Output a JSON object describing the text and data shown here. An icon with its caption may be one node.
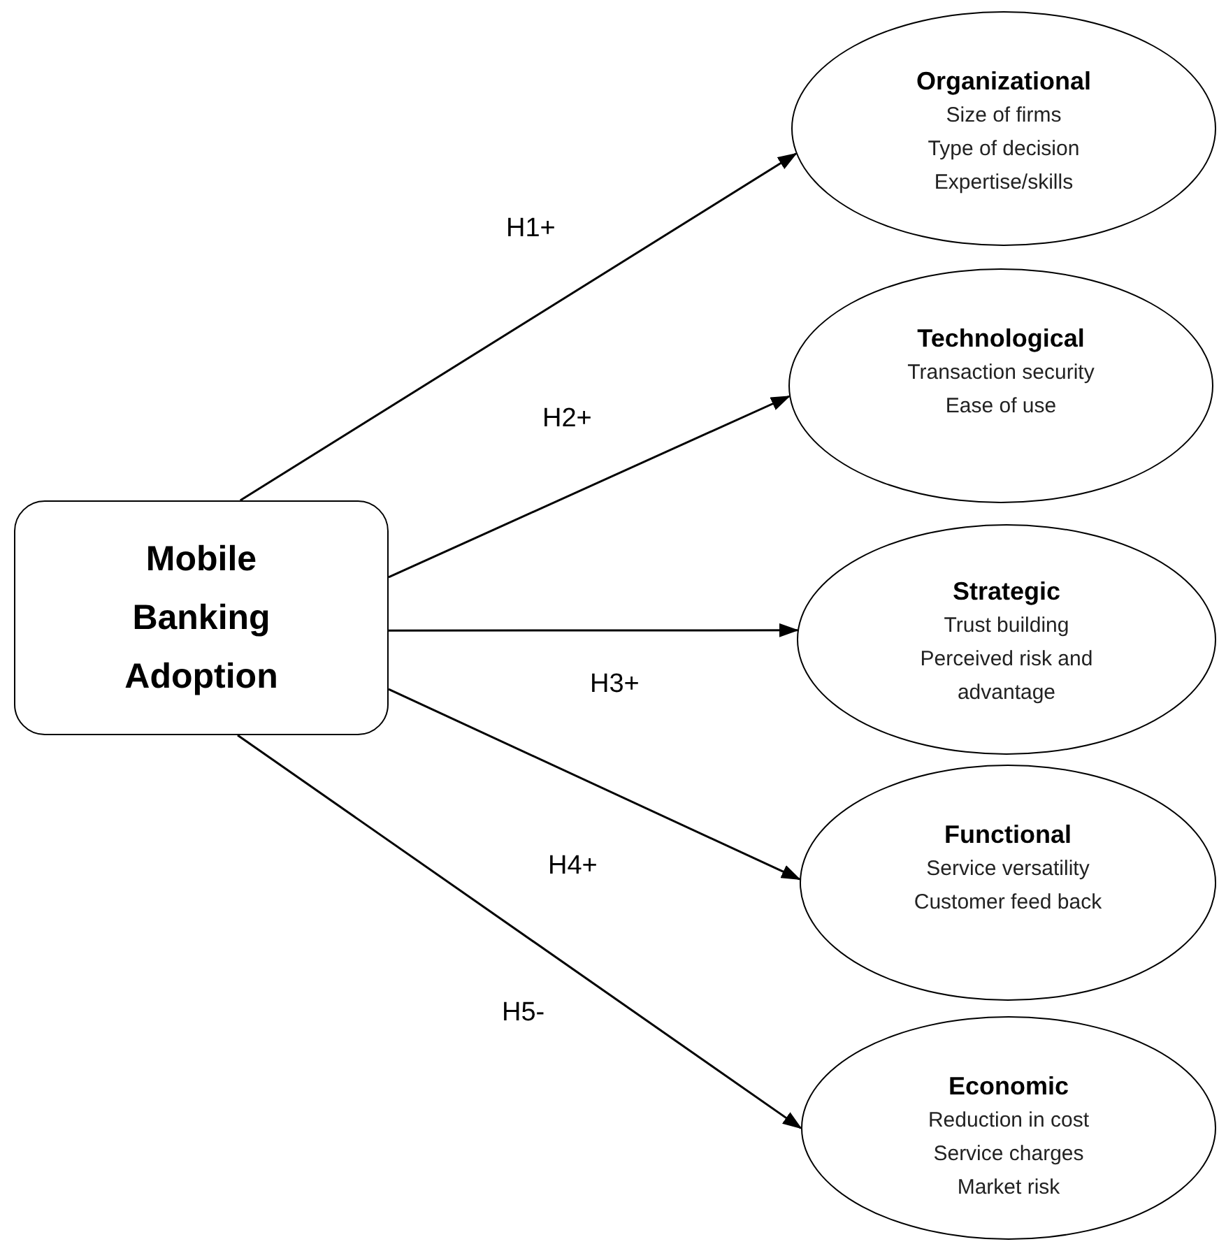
{
  "diagram": {
    "nodes": [
      {
        "text": [
          "Mobile Banking Adoption"
        ]
      },
      {
        "text": [
          "Organizational",
          "Size of firms",
          "Type of decision",
          "Expertise/skills"
        ]
      },
      {
        "text": [
          "Technological",
          "Transaction security",
          "Ease of use"
        ]
      },
      {
        "text": [
          "Strategic",
          "Trust building",
          "Perceived risk and advantage"
        ]
      },
      {
        "text": [
          "Functional",
          "Service versatility",
          "Customer feed back"
        ]
      },
      {
        "text": [
          "Economic",
          "Reduction in cost",
          "Service charges",
          "Market risk"
        ]
      }
    ],
    "edges": [
      {
        "from": 0,
        "to": 1,
        "arrow": "to",
        "label": "H1+"
      },
      {
        "from": 0,
        "to": 2,
        "arrow": "to",
        "label": "H2+"
      },
      {
        "from": 0,
        "to": 3,
        "arrow": "to",
        "label": "H3+"
      },
      {
        "from": 0,
        "to": 4,
        "arrow": "to",
        "label": "H4+"
      },
      {
        "from": 0,
        "to": 5,
        "arrow": "to",
        "label": "H5-"
      }
    ]
  }
}
